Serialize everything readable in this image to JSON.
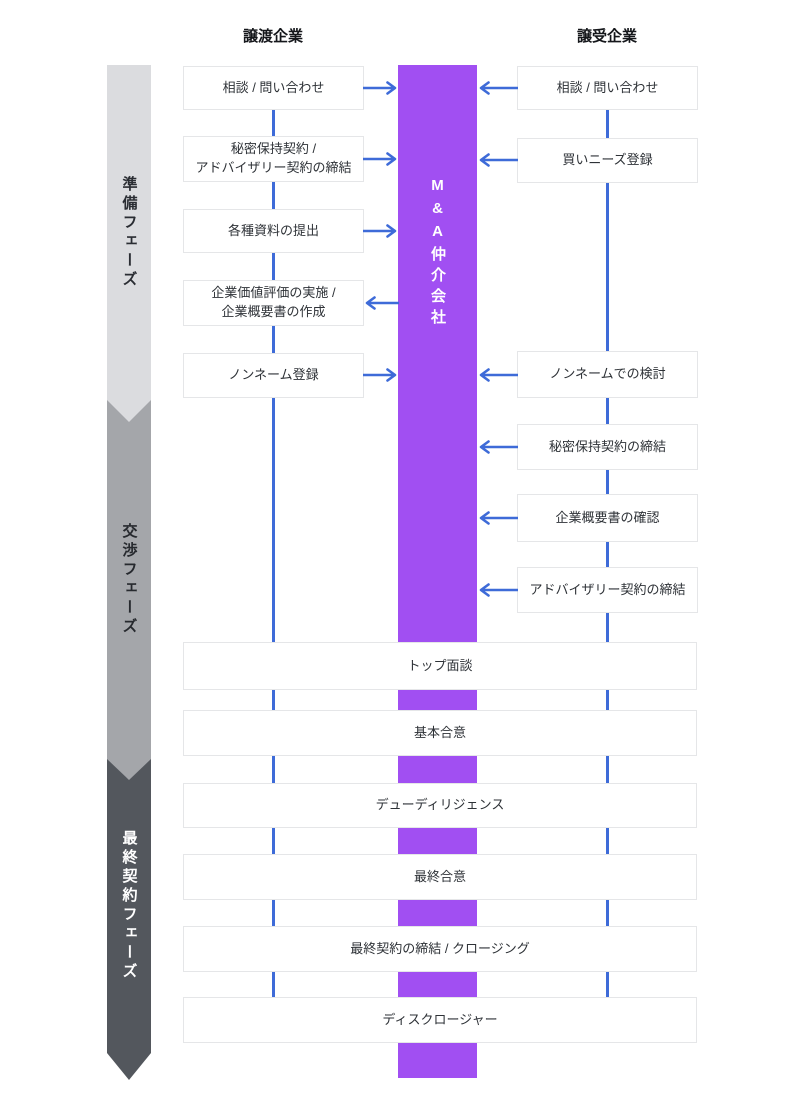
{
  "headers": {
    "seller": "譲渡企業",
    "buyer": "譲受企業"
  },
  "phases": [
    {
      "label": "準備フェーズ"
    },
    {
      "label": "交渉フェーズ"
    },
    {
      "label": "最終契約フェーズ"
    }
  ],
  "intermediary": {
    "label": "M&A仲介会社"
  },
  "seller_steps": [
    {
      "label": "相談 / 問い合わせ",
      "direction": "to_intermediary"
    },
    {
      "label": "秘密保持契約 /",
      "label2": "アドバイザリー契約の締結",
      "direction": "to_intermediary"
    },
    {
      "label": "各種資料の提出",
      "direction": "to_intermediary"
    },
    {
      "label": "企業価値評価の実施 /",
      "label2": "企業概要書の作成",
      "direction": "from_intermediary"
    },
    {
      "label": "ノンネーム登録",
      "direction": "to_intermediary"
    }
  ],
  "buyer_steps": [
    {
      "label": "相談 / 問い合わせ",
      "direction": "to_intermediary"
    },
    {
      "label": "買いニーズ登録",
      "direction": "to_intermediary"
    },
    {
      "label": "ノンネームでの検討",
      "direction": "to_intermediary"
    },
    {
      "label": "秘密保持契約の締結",
      "direction": "to_intermediary"
    },
    {
      "label": "企業概要書の確認",
      "direction": "to_intermediary"
    },
    {
      "label": "アドバイザリー契約の締結",
      "direction": "to_intermediary"
    }
  ],
  "shared_steps": [
    {
      "label": "トップ面談"
    },
    {
      "label": "基本合意"
    },
    {
      "label": "デューディリジェンス"
    },
    {
      "label": "最終合意"
    },
    {
      "label": "最終契約の締結 / クロージング"
    },
    {
      "label": "ディスクロージャー"
    }
  ],
  "colors": {
    "arrow_blue": "#3e6bd8",
    "intermediary_purple": "#a14ff2",
    "phase1_gray": "#dbdcdf",
    "phase2_gray": "#a4a6aa",
    "phase3_gray": "#53575d",
    "box_border": "#e5e6e8",
    "box_text": "#2e3237",
    "background": "#ffffff"
  }
}
